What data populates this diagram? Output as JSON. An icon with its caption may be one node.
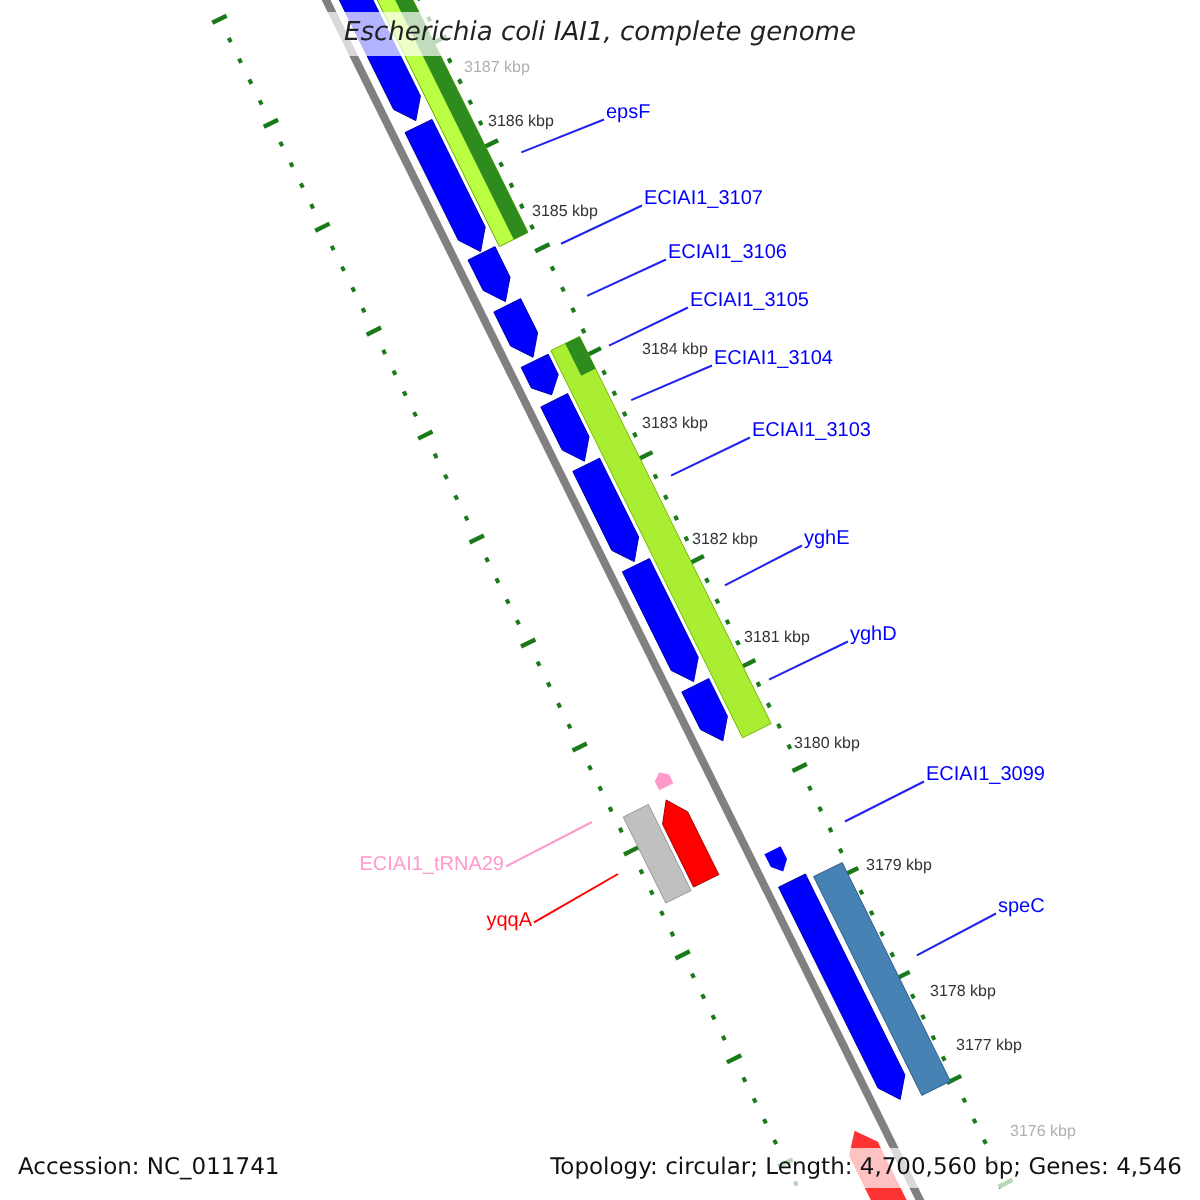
{
  "diagram": {
    "title": "Escherichia coli IAI1, complete genome",
    "nodes": [
      {
        "text": [
          "epsF"
        ]
      },
      {
        "text": [
          "ECIAI1_3107"
        ]
      },
      {
        "text": [
          "ECIAI1_3106"
        ]
      },
      {
        "text": [
          "ECIAI1_3105"
        ]
      },
      {
        "text": [
          "ECIAI1_3104"
        ]
      },
      {
        "text": [
          "ECIAI1_3103"
        ]
      },
      {
        "text": [
          "yghE"
        ]
      },
      {
        "text": [
          "yghD"
        ]
      },
      {
        "text": [
          "ECIAI1_3099"
        ]
      },
      {
        "text": [
          "speC"
        ]
      },
      {
        "text": [
          "ECIAI1_tRNA29"
        ]
      },
      {
        "text": [
          "yqqA"
        ]
      }
    ],
    "edges": [
      {
        "from": 0,
        "to": null,
        "arrow": "none"
      },
      {
        "from": 1,
        "to": null,
        "arrow": "none"
      },
      {
        "from": 2,
        "to": null,
        "arrow": "none"
      },
      {
        "from": 3,
        "to": null,
        "arrow": "none"
      },
      {
        "from": 4,
        "to": null,
        "arrow": "none"
      },
      {
        "from": 5,
        "to": null,
        "arrow": "none"
      },
      {
        "from": 6,
        "to": null,
        "arrow": "none"
      },
      {
        "from": 7,
        "to": null,
        "arrow": "none"
      },
      {
        "from": 8,
        "to": null,
        "arrow": "none"
      },
      {
        "from": 9,
        "to": null,
        "arrow": "none"
      },
      {
        "from": 10,
        "to": null,
        "arrow": "none",
        "color": "#ff99cc"
      },
      {
        "from": 11,
        "to": null,
        "arrow": "none",
        "color": "#ff0000"
      }
    ],
    "labels": [
      "3187 kbp",
      "3186 kbp",
      "3185 kbp",
      "3184 kbp",
      "3183 kbp",
      "3182 kbp",
      "3181 kbp",
      "3180 kbp",
      "3179 kbp",
      "3178 kbp",
      "3177 kbp",
      "3176 kbp",
      "Accession: NC_011741",
      "Topology: circular; Length: 4,700,560 bp; Genes: 4,546"
    ]
  }
}
